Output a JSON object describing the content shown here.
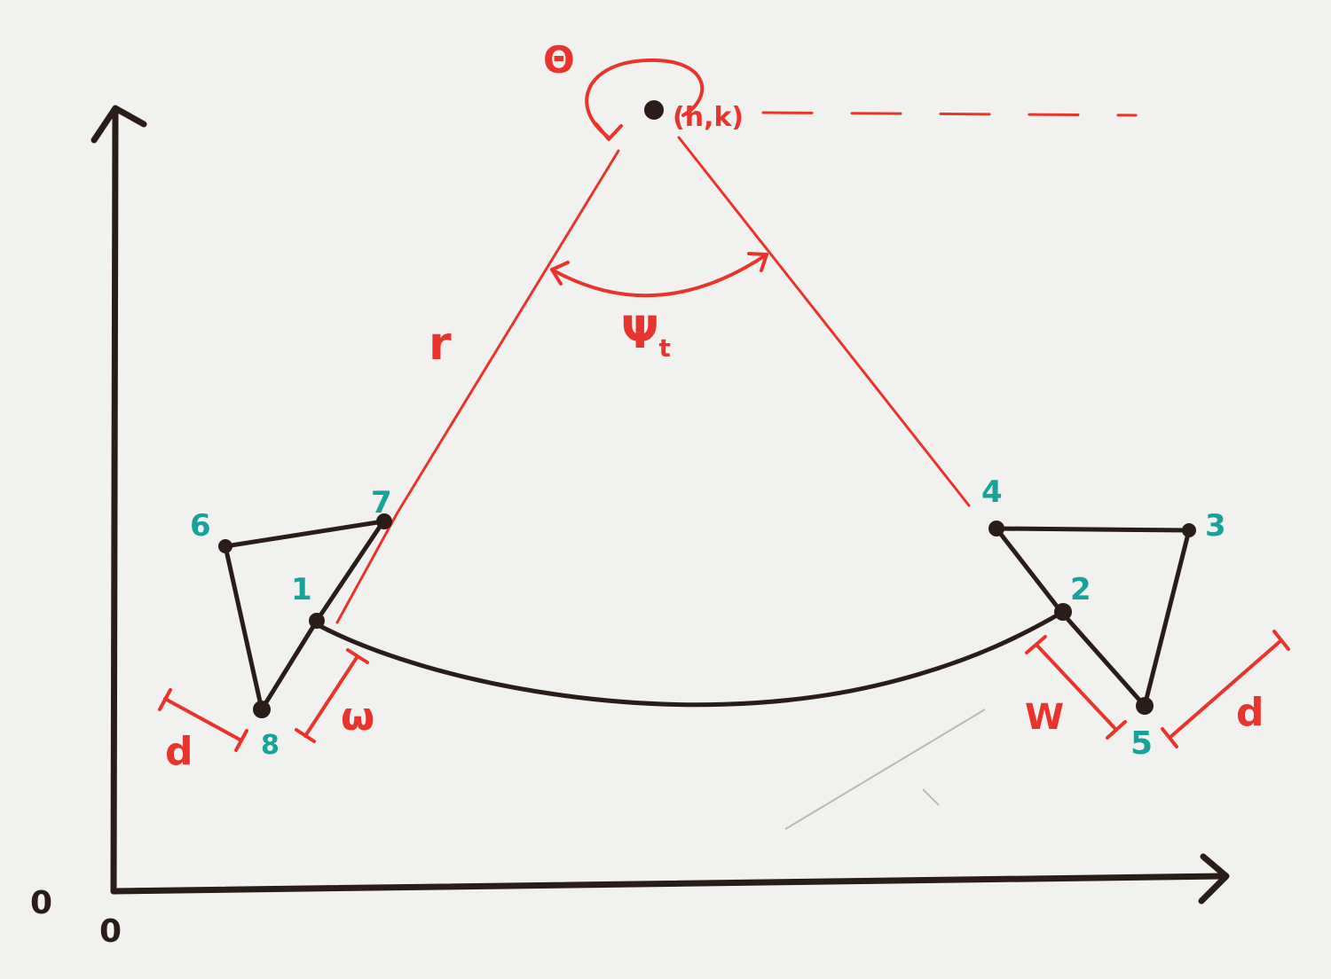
{
  "labels": {
    "theta": "Θ",
    "center": "(h,k)",
    "radius": "r",
    "psi": "Ψ",
    "psi_sub": "t",
    "width_left": "ω",
    "width_right": "W",
    "depth_left": "d",
    "depth_right": "d",
    "origin_x": "0",
    "origin_y": "0"
  },
  "vertices": {
    "v1": "1",
    "v2": "2",
    "v3": "3",
    "v4": "4",
    "v5": "5",
    "v6": "6",
    "v7": "7",
    "v8": "8"
  },
  "colors": {
    "black_ink": "#2a1c18",
    "red_ink": "#e8342c",
    "teal_ink": "#18a39a",
    "board": "#f1f1ef"
  }
}
